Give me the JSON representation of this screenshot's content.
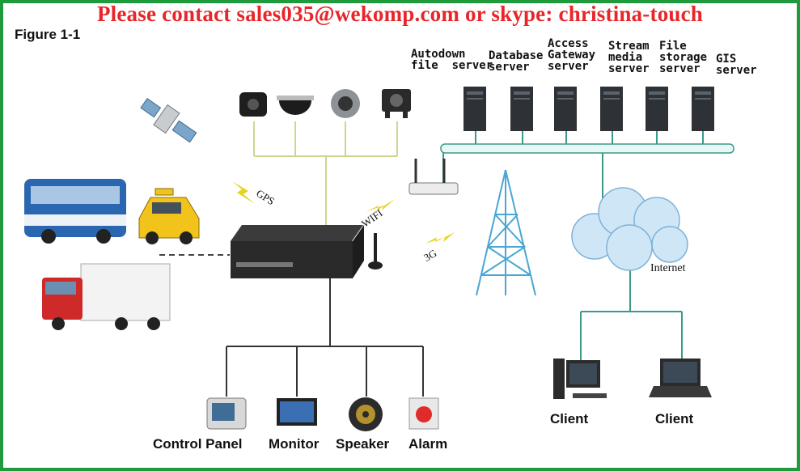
{
  "banner": "Please contact sales035@wekomp.com or skype: christina-touch",
  "figure_label": "Figure 1-1",
  "servers": [
    {
      "line1": "Autodown",
      "line2": "file  server"
    },
    {
      "line1": "Database",
      "line2": "server"
    },
    {
      "line1": "Access",
      "line2": "Gateway",
      "line3": "server"
    },
    {
      "line1": "Stream",
      "line2": "media",
      "line3": "server"
    },
    {
      "line1": "File",
      "line2": "storage",
      "line3": "server"
    },
    {
      "line1": "GIS",
      "line2": "server"
    }
  ],
  "links": {
    "gps": "GPS",
    "wifi": "WIFI",
    "threeg": "3G",
    "internet": "Internet"
  },
  "clients": [
    "Client",
    "Client"
  ],
  "peripherals": [
    "Control Panel",
    "Monitor",
    "Speaker",
    "Alarm"
  ]
}
